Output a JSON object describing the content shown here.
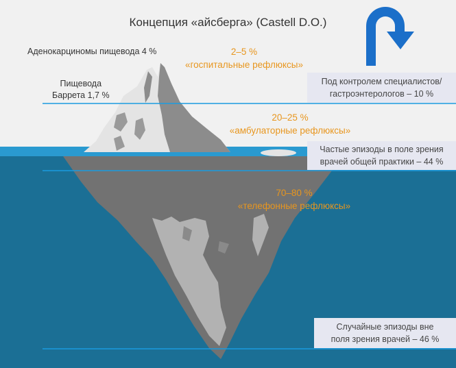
{
  "title": "Концепция «айсберга» (Castell D.O.)",
  "left_labels": {
    "adenocarcinoma": "Аденокарциномы пищевода 4 %",
    "barrett_line1": "Пищевода",
    "barrett_line2": "Баррета 1,7 %"
  },
  "levels": [
    {
      "percent": "2–5 %",
      "label": "«госпитальные рефлюксы»"
    },
    {
      "percent": "20–25 %",
      "label": "«амбулаторные рефлюксы»"
    },
    {
      "percent": "70–80 %",
      "label": "«телефонные рефлюксы»"
    }
  ],
  "boxes": [
    {
      "line1": "Под контролем специалистов/",
      "line2": "гастроэнтерологов – 10 %"
    },
    {
      "line1": "Частые эпизоды в поле зрения",
      "line2": "врачей общей практики – 44 %"
    },
    {
      "line1": "Случайные эпизоды вне",
      "line2": "поля зрения врачей – 46 %"
    }
  ],
  "colors": {
    "sky": "#f1f1f1",
    "water": "#1b6f95",
    "water_surface": "#2a9ad0",
    "guide_line": "#1b9be0",
    "ice_light": "#e4e4e4",
    "ice_dark": "#8c8c8c",
    "underwater_ice": "#727272",
    "underwater_highlight": "#b2b2b2",
    "arrow": "#1b6fc9",
    "accent_text": "#e8961e"
  },
  "icons": [
    "u-turn-arrow-icon"
  ]
}
